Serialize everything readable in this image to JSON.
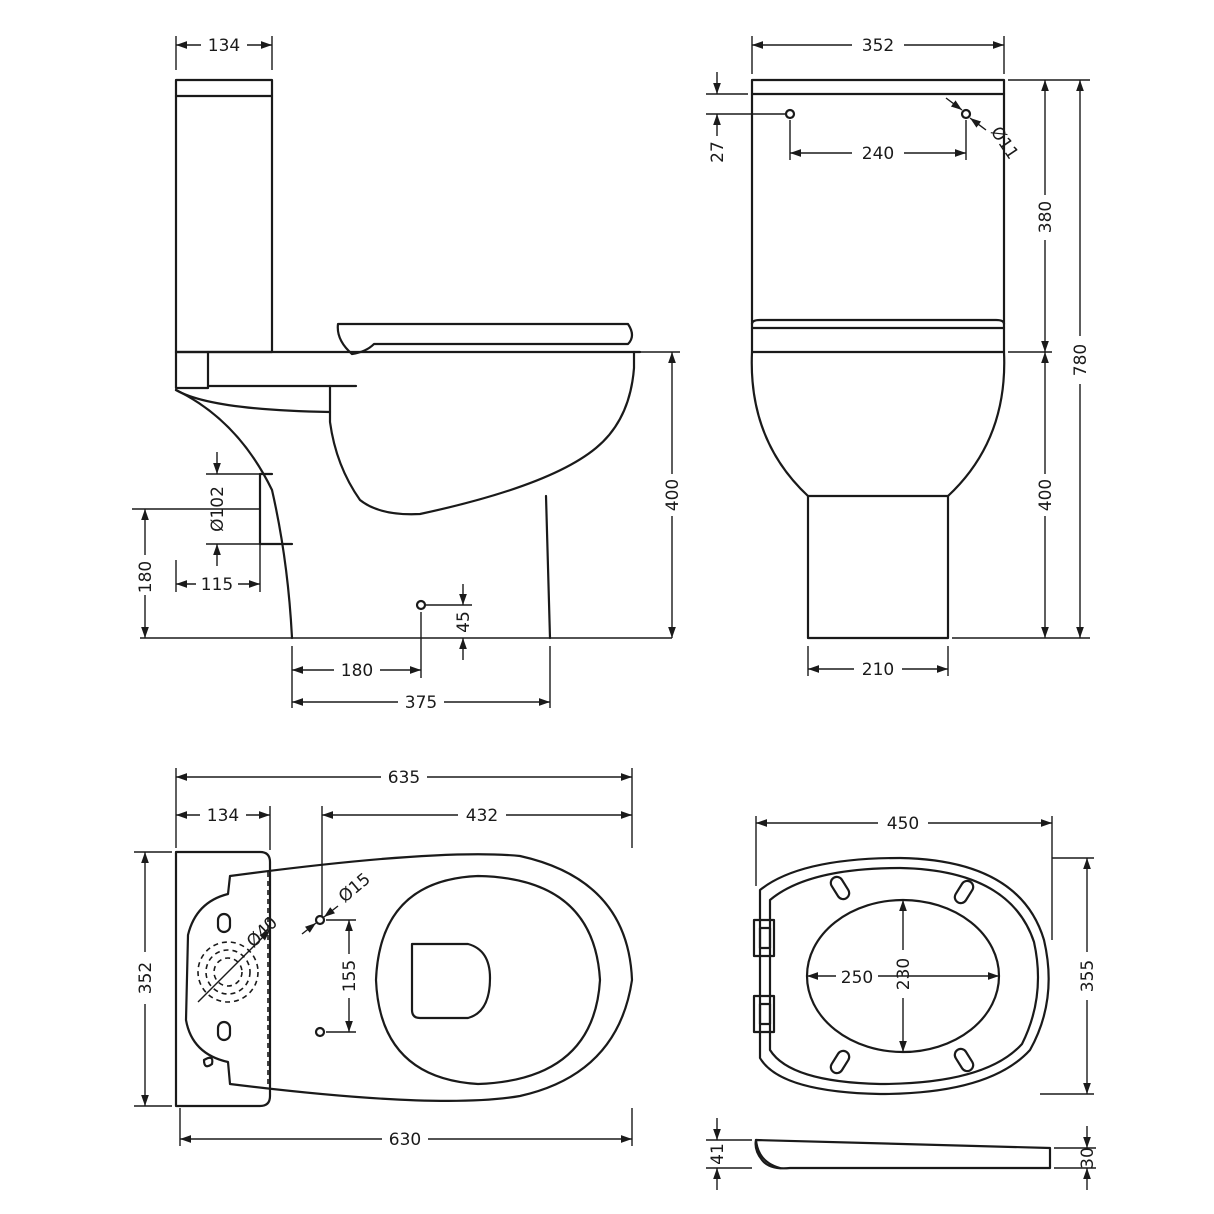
{
  "views": {
    "side": {
      "cistern_depth": "134",
      "waste_outlet_diameter": "Ø102",
      "waste_height": "180",
      "waste_setback": "115",
      "fixing_hole_height": "45",
      "fixing_hole_setback": "180",
      "pan_footprint_length": "375",
      "pan_height": "400"
    },
    "front": {
      "overall_width": "352",
      "lid_thickness": "27",
      "hole_spacing": "240",
      "hole_diameter": "Ø11",
      "cistern_height": "380",
      "pan_height": "400",
      "overall_height": "780",
      "base_width": "210"
    },
    "plan": {
      "overall_length": "635",
      "cistern_depth": "134",
      "bowl_length": "432",
      "fixing_hole_diameter": "Ø15",
      "inlet_diameter": "Ø40",
      "fixing_hole_spacing": "155",
      "cistern_width": "352",
      "base_length": "630"
    },
    "seat_plan": {
      "width": "450",
      "depth": "355",
      "opening_width": "250",
      "opening_depth": "230"
    },
    "seat_profile": {
      "hinge_height": "41",
      "seat_thickness": "30"
    }
  }
}
